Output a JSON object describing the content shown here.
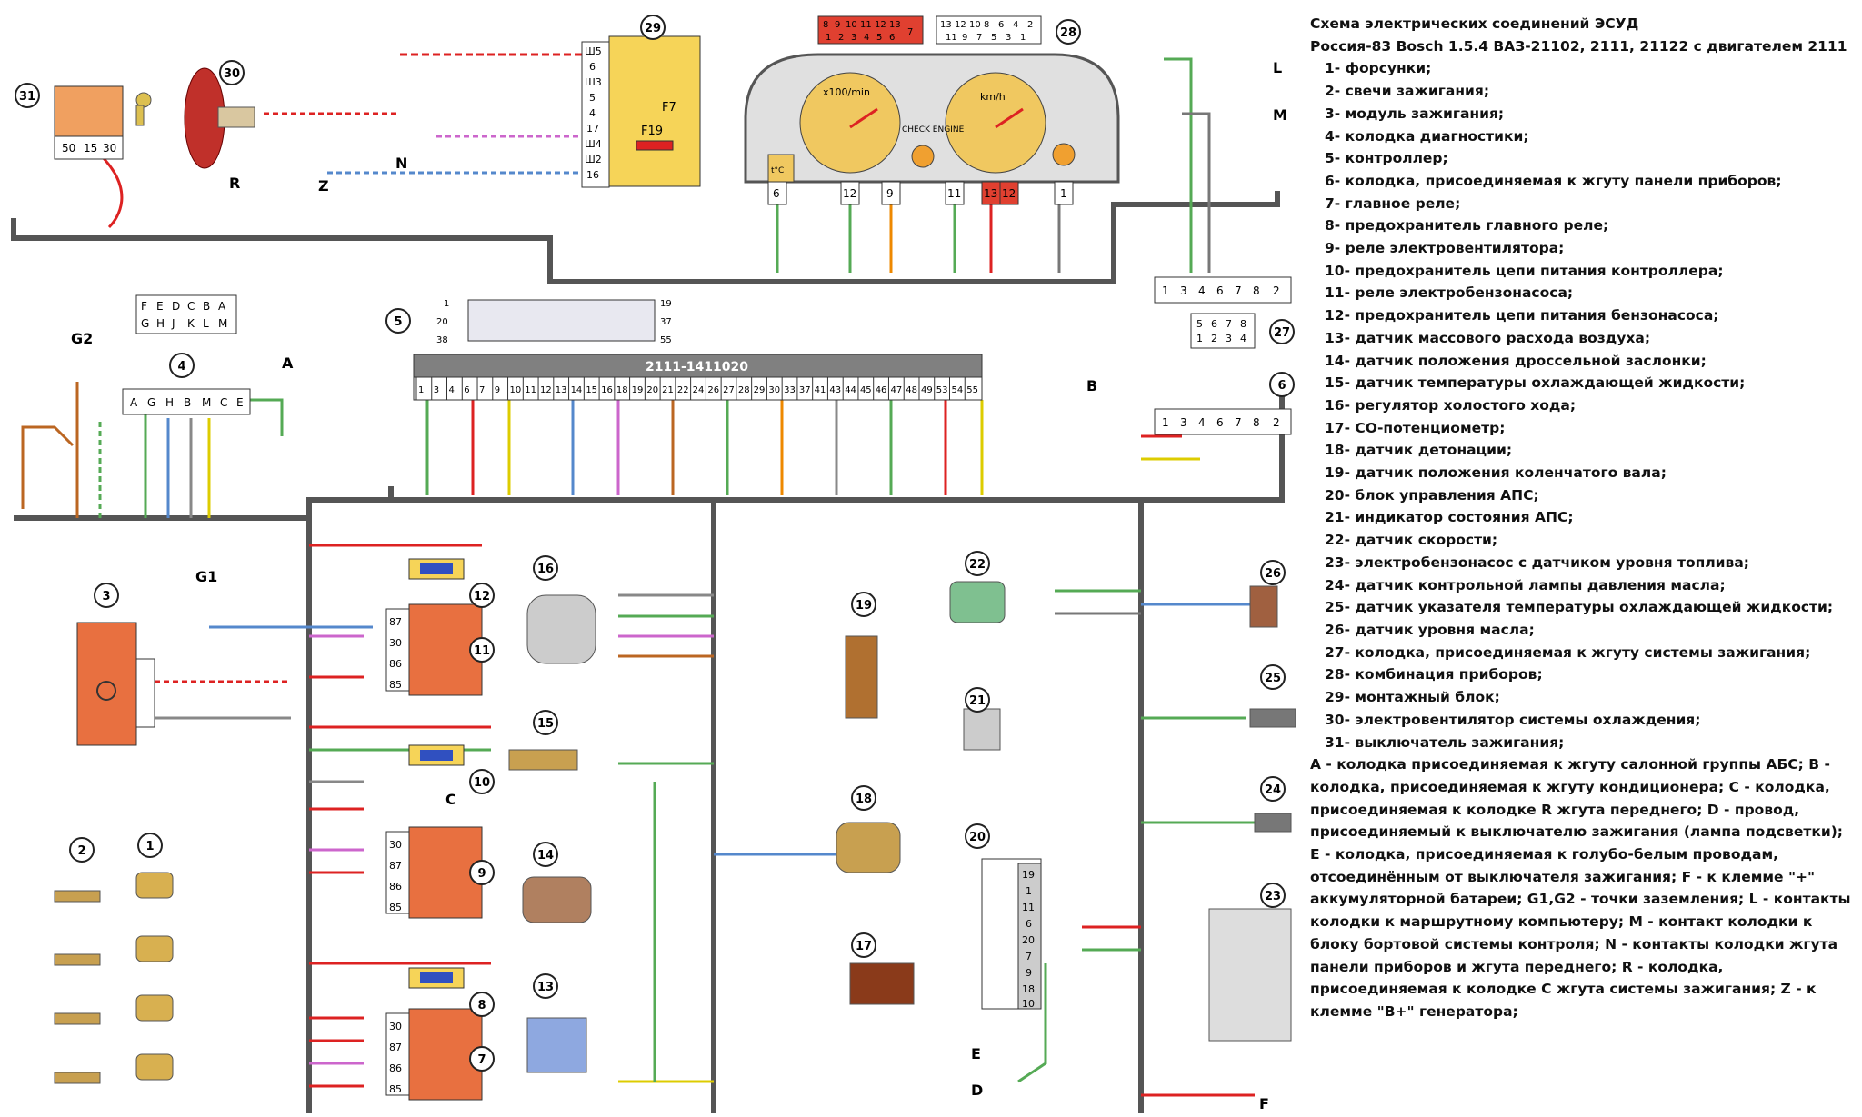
{
  "legend": {
    "title_line1": "Схема электрических соединений ЭСУД",
    "title_line2": "Россия-83 Bosch 1.5.4 ВАЗ-21102, 2111, 21122 с двигателем 2111",
    "items": [
      "1- форсунки;",
      "2- свечи зажигания;",
      "3- модуль зажигания;",
      "4- колодка диагностики;",
      "5- контроллер;",
      "6- колодка, присоединяемая к жгуту панели приборов;",
      "7- главное реле;",
      "8- предохранитель главного реле;",
      "9- реле электровентилятора;",
      "10- предохранитель цепи питания контроллера;",
      "11- реле электробензонасоса;",
      "12- предохранитель цепи питания бензонасоса;",
      "13- датчик массового расхода воздуха;",
      "14- датчик положения дроссельной заслонки;",
      "15- датчик температуры охлаждающей жидкости;",
      "16- регулятор холостого хода;",
      "17- СО-потенциометр;",
      "18- датчик детонации;",
      "19- датчик положения коленчатого вала;",
      "20- блок управления АПС;",
      "21- индикатор состояния АПС;",
      "22- датчик скорости;",
      "23- электробензонасос с датчиком уровня топлива;",
      "24- датчик контрольной лампы давления масла;",
      "25- датчик указателя температуры охлаждающей жидкости;",
      "26- датчик уровня масла;",
      "27- колодка, присоединяемая к жгуту системы зажигания;",
      "28- комбинация приборов;",
      "29- монтажный блок;",
      "30- электровентилятор системы охлаждения;",
      "31- выключатель зажигания;"
    ],
    "notes": "А - колодка присоединяемая к жгуту салонной группы АБС; В - колодка, присоединяемая к жгуту кондиционера; С - колодка, присоединяемая к колодке R жгута переднего; D - провод, присоединяемый к выключателю зажигания (лампа подсветки); Е - колодка, присоединяемая к голубо-белым проводам, отсоединённым от выключателя зажигания; F - к клемме \"+\" аккумуляторной батареи; G1,G2 - точки заземления; L - контакты колодки к маршрутному компьютеру; M - контакт колодки к блоку бортовой системы контроля; N - контакты колодки жгута панели приборов и жгута переднего; R - колодка, присоединяемая к колодке С жгута системы зажигания; Z - к клемме \"B+\" генератора;"
  },
  "diagram": {
    "controller_part_number": "2111-1411020",
    "controller_pins": [
      "1",
      "3",
      "4",
      "6",
      "7",
      "9",
      "10",
      "11",
      "12",
      "13",
      "14",
      "15",
      "16",
      "18",
      "19",
      "20",
      "21",
      "22",
      "24",
      "26",
      "27",
      "28",
      "29",
      "30",
      "33",
      "37",
      "41",
      "43",
      "44",
      "45",
      "46",
      "47",
      "48",
      "49",
      "53",
      "54",
      "55"
    ],
    "controller_connector_pin_labels": [
      "1",
      "20",
      "38",
      "19",
      "37",
      "55"
    ],
    "diag_connector_top": [
      "F",
      "E",
      "D",
      "C",
      "B",
      "A"
    ],
    "diag_connector_bottom": [
      "G",
      "H",
      "J",
      "K",
      "L",
      "M"
    ],
    "diag_block_pins": [
      "A",
      "G",
      "H",
      "B",
      "M",
      "C",
      "E"
    ],
    "cluster_gauges": {
      "tacho": "x100/min",
      "speedo": "km/h",
      "temp": "t°C",
      "check": "CHECK ENGINE"
    },
    "cluster_pins": [
      "6",
      "12",
      "9",
      "11",
      "13",
      "12",
      "1"
    ],
    "cluster_connector_top_red": [
      "8",
      "9",
      "10",
      "11",
      "12",
      "13",
      "7"
    ],
    "cluster_connector_bottom_red": [
      "1",
      "2",
      "3",
      "4",
      "5",
      "6"
    ],
    "cluster_connector2_top": [
      "13",
      "12",
      "10",
      "8",
      "6",
      "4",
      "2"
    ],
    "cluster_connector2_bottom": [
      "11",
      "9",
      "7",
      "5",
      "3",
      "1"
    ],
    "mount_block_pins": [
      "Ш5",
      "6",
      "Ш3",
      "5",
      "4",
      "17",
      "Ш4",
      "Ш2",
      "16"
    ],
    "fuses": [
      "F7",
      "F19"
    ],
    "ignition_switch_terminals": [
      "50",
      "15",
      "30"
    ],
    "connector6_pins": [
      "1",
      "3",
      "4",
      "6",
      "7",
      "8",
      "2"
    ],
    "connector6b_pins": [
      "1",
      "3",
      "4",
      "6",
      "7",
      "8",
      "2"
    ],
    "connector27_top": [
      "5",
      "6",
      "7",
      "8"
    ],
    "connector27_bottom": [
      "1",
      "2",
      "3",
      "4"
    ],
    "relay_pins": [
      "87",
      "30",
      "86",
      "85"
    ],
    "abs_block_pins": [
      "19",
      "1",
      "11",
      "6",
      "20",
      "7",
      "9",
      "18",
      "10"
    ],
    "callouts": [
      "1",
      "2",
      "3",
      "4",
      "5",
      "6",
      "7",
      "8",
      "9",
      "10",
      "11",
      "12",
      "13",
      "14",
      "15",
      "16",
      "17",
      "18",
      "19",
      "20",
      "21",
      "22",
      "23",
      "24",
      "25",
      "26",
      "27",
      "28",
      "29",
      "30",
      "31"
    ],
    "letters": [
      "A",
      "B",
      "C",
      "D",
      "E",
      "F",
      "G1",
      "G2",
      "L",
      "M",
      "N",
      "R",
      "Z"
    ]
  }
}
